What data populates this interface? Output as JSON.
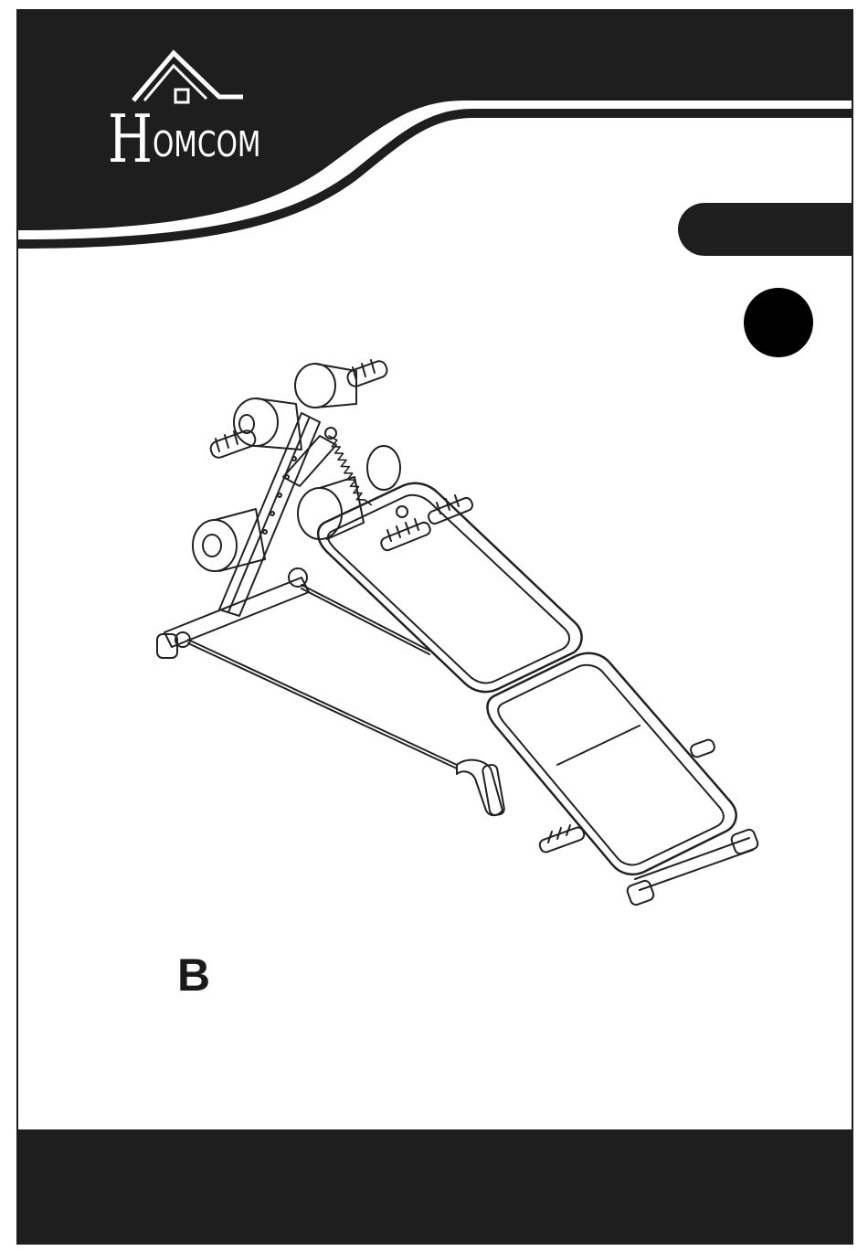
{
  "brand": {
    "logo_initial": "H",
    "logo_rest": "OMCOM",
    "logo_mark": "house-roof-logo-icon"
  },
  "product": {
    "variant_label": "B",
    "illustration": "sit-up-bench-illustration"
  },
  "colors": {
    "band": "#1e1e1e",
    "background": "#ffffff",
    "line_art": "#222222"
  }
}
